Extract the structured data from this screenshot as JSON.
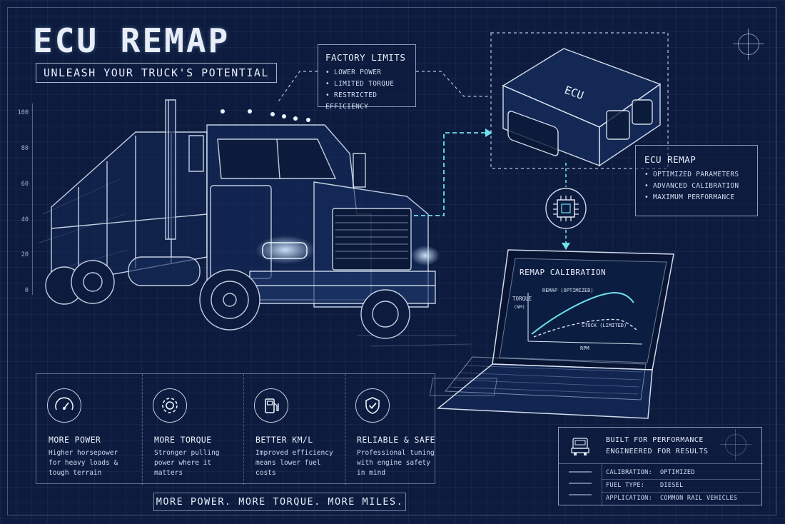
{
  "header": {
    "title": "ECU REMAP",
    "subtitle": "UNLEASH YOUR TRUCK'S POTENTIAL"
  },
  "ruler": {
    "ticks": [
      "100",
      "80",
      "60",
      "40",
      "20",
      "0"
    ]
  },
  "factory_limits": {
    "title": "FACTORY LIMITS",
    "items": [
      "LOWER POWER",
      "LIMITED TORQUE",
      "RESTRICTED EFFICIENCY"
    ]
  },
  "ecu_module": {
    "label": "ECU"
  },
  "ecu_remap": {
    "title": "ECU REMAP",
    "items": [
      "OPTIMIZED PARAMETERS",
      "ADVANCED CALIBRATION",
      "MAXIMUM PERFORMANCE"
    ]
  },
  "laptop": {
    "screen_title": "REMAP CALIBRATION",
    "y_label_1": "TORQUE",
    "y_label_2": "(NM)",
    "x_label": "RPM",
    "optimized_label": "REMAP (OPTIMIZED)",
    "stock_label": "STOCK (LIMITED)"
  },
  "features": [
    {
      "icon": "gauge-icon",
      "title": "MORE POWER",
      "desc": "Higher horsepower for heavy loads & tough terrain"
    },
    {
      "icon": "gear-icon",
      "title": "MORE TORQUE",
      "desc": "Stronger pulling power where it matters"
    },
    {
      "icon": "fuel-pump-icon",
      "title": "BETTER KM/L",
      "desc": "Improved efficiency means lower fuel costs"
    },
    {
      "icon": "shield-check-icon",
      "title": "RELIABLE & SAFE",
      "desc": "Professional tuning with engine safety in mind"
    }
  ],
  "tagline": "MORE POWER. MORE TORQUE. MORE MILES.",
  "spec": {
    "line1": "BUILT FOR PERFORMANCE",
    "line2": "ENGINEERED FOR RESULTS",
    "rows": [
      {
        "key": "CALIBRATION:",
        "value": "OPTIMIZED"
      },
      {
        "key": "FUEL TYPE:",
        "value": "DIESEL"
      },
      {
        "key": "APPLICATION:",
        "value": "COMMON RAIL VEHICLES"
      }
    ]
  },
  "colors": {
    "background": "#0d1c3e",
    "line": "#dfe9f7",
    "accent": "#6fe0ee"
  }
}
